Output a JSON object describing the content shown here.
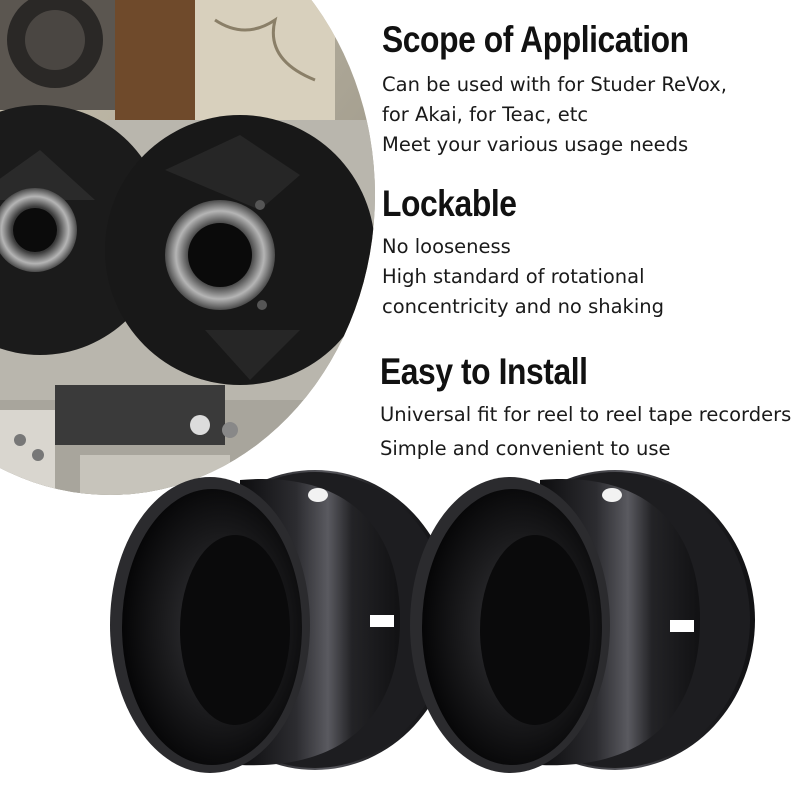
{
  "sections": [
    {
      "heading": "Scope of Application",
      "lines": [
        "Can be used with for Studer ReVox,",
        "for Akai, for Teac, etc",
        "Meet your various usage needs"
      ]
    },
    {
      "heading": "Lockable",
      "lines": [
        "No looseness",
        "High standard of rotational",
        "concentricity and no shaking"
      ]
    },
    {
      "heading": "Easy to Install",
      "lines": [
        "Universal fit for reel to reel tape recorders",
        "Simple and convenient to use"
      ]
    }
  ],
  "colors": {
    "text": "#111111",
    "product": "#1c1c1e",
    "background": "#ffffff"
  }
}
